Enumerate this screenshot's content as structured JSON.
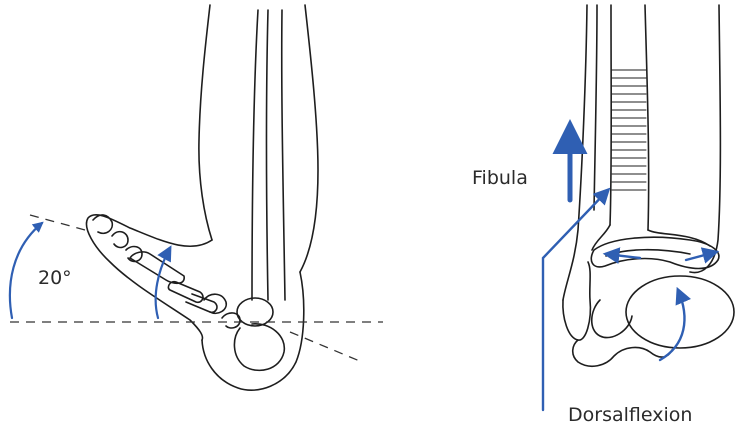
{
  "labels": {
    "angle": "20°",
    "fibula": "Fibula",
    "motion": "Dorsalflexion"
  },
  "colors": {
    "outline": "#1e1e1e",
    "arrow": "#2f5fb3",
    "background": "#ffffff"
  }
}
